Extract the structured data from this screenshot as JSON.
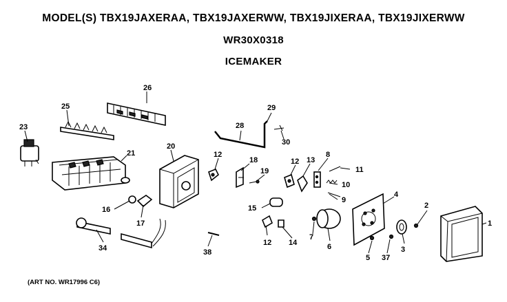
{
  "header": {
    "models": "MODEL(S) TBX19JAXERAA, TBX19JAXERWW, TBX19JIXERAA, TBX19JIXERWW",
    "part_number": "WR30X0318",
    "subtitle": "ICEMAKER"
  },
  "footer": {
    "art_number": "(ART NO. WR17996 C6)"
  },
  "callouts": {
    "c1": "1",
    "c2": "2",
    "c3": "3",
    "c4": "4",
    "c5": "5",
    "c6": "6",
    "c7": "7",
    "c8": "8",
    "c9": "9",
    "c10": "10",
    "c11": "11",
    "c12a": "12",
    "c12b": "12",
    "c12c": "12",
    "c13": "13",
    "c14": "14",
    "c15": "15",
    "c16": "16",
    "c17": "17",
    "c18": "18",
    "c19": "19",
    "c20": "20",
    "c21": "21",
    "c23": "23",
    "c25": "25",
    "c26": "26",
    "c28": "28",
    "c29": "29",
    "c30": "30",
    "c34": "34",
    "c37": "37",
    "c38": "38"
  }
}
